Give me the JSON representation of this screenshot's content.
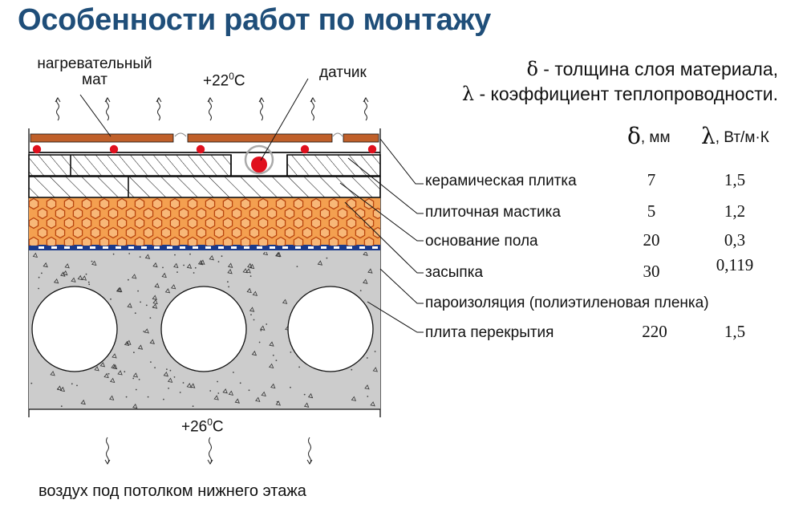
{
  "title": "Особенности работ по монтажу",
  "labels": {
    "mat": "нагревательный\nмат",
    "sensor": "датчик",
    "temp_top": "+22",
    "temp_top_deg": "0",
    "temp_top_unit": "C",
    "temp_bottom": "+26",
    "temp_bottom_deg": "0",
    "temp_bottom_unit": "C",
    "bottom_air": "воздух под потолком нижнего этажа"
  },
  "legend": {
    "delta_symbol": "δ",
    "delta_text": " - толщина слоя материала,",
    "lambda_symbol": "λ",
    "lambda_text": " - коэффициент теплопроводности."
  },
  "table_header": {
    "delta_symbol": "δ",
    "delta_unit": ", мм",
    "lambda_symbol": "λ",
    "lambda_unit": ", Вт/м·К"
  },
  "layers": [
    {
      "name": "керамическая плитка",
      "delta": "7",
      "lambda": "1,5"
    },
    {
      "name": "плиточная мастика",
      "delta": "5",
      "lambda": "1,2"
    },
    {
      "name": "основание пола",
      "delta": "20",
      "lambda": "0,3"
    },
    {
      "name": "засыпка",
      "delta": "30",
      "lambda": "0,119"
    },
    {
      "name": "пароизоляция (полиэтиленовая пленка)",
      "delta": "",
      "lambda": ""
    },
    {
      "name": "плита перекрытия",
      "delta": "220",
      "lambda": "1,5"
    }
  ],
  "colors": {
    "title": "#1f4e79",
    "heating_strip": "#c0602a",
    "dot": "#e0101e",
    "screed": "#f4a050",
    "hex_outline": "#b8450f",
    "slab": "#cccccc",
    "vapor_barrier": "#1a3a8c"
  }
}
